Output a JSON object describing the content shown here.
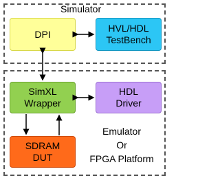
{
  "simulator": {
    "title": "Simulator",
    "dpi": {
      "label": "DPI",
      "fill": "#ffff99",
      "border": "#d8d84a"
    },
    "testbench": {
      "label": "HVL/HDL\nTestBench",
      "fill": "#2cc6f5",
      "border": "#1596c0"
    }
  },
  "emulator": {
    "caption": "Emulator\nOr\nFPGA Platform",
    "simxl": {
      "label": "SimXL\nWrapper",
      "fill": "#92d050",
      "border": "#6aa22f"
    },
    "hdl_driver": {
      "label": "HDL\nDriver",
      "fill": "#c79ef7",
      "border": "#9b6fd2"
    },
    "sdram": {
      "label": "SDRAM\nDUT",
      "fill": "#ff6a1a",
      "border": "#d04a0a"
    }
  },
  "colors": {
    "frame": "#555555",
    "arrow": "#000000"
  }
}
